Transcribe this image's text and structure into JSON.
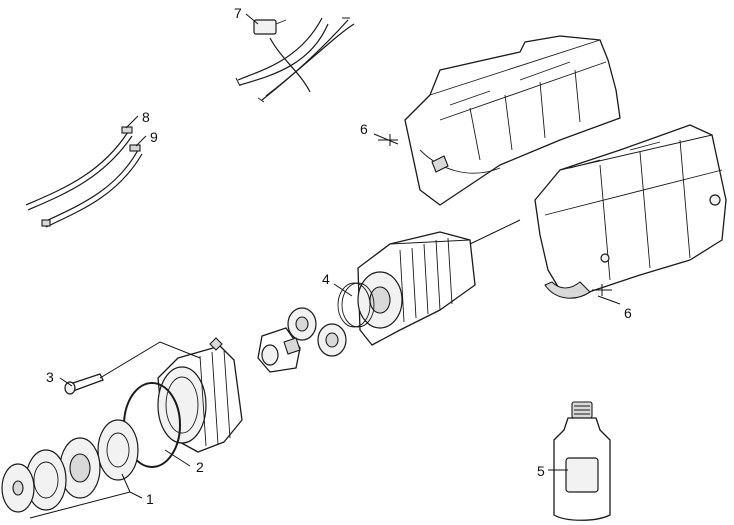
{
  "callouts": {
    "c1": "1",
    "c2": "2",
    "c3": "3",
    "c4": "4",
    "c5": "5",
    "c6a": "6",
    "c6b": "6",
    "c7": "7",
    "c8": "8",
    "c9": "9"
  },
  "colors": {
    "line": "#1a1a1a",
    "background": "#ffffff",
    "shade": "#d9d9d9"
  }
}
